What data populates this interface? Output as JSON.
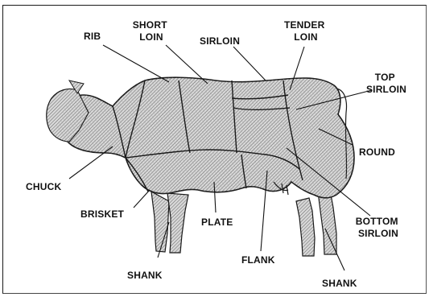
{
  "labels": {
    "rib": "RIB",
    "short_loin": [
      "SHORT",
      "LOIN"
    ],
    "sirloin": "SIRLOIN",
    "tenderloin": [
      "TENDER",
      "LOIN"
    ],
    "top_sirloin": [
      "TOP",
      "SIRLOIN"
    ],
    "round": "ROUND",
    "chuck": "CHUCK",
    "brisket": "BRISKET",
    "plate": "PLATE",
    "flank": "FLANK",
    "bottom_sirloin": [
      "BOTTOM",
      "SIRLOIN"
    ],
    "shank_front": "SHANK",
    "shank_rear": "SHANK"
  },
  "colors": {
    "outline": "#1a1a1a",
    "hatch": "#8a8a8a",
    "background": "#ffffff"
  }
}
